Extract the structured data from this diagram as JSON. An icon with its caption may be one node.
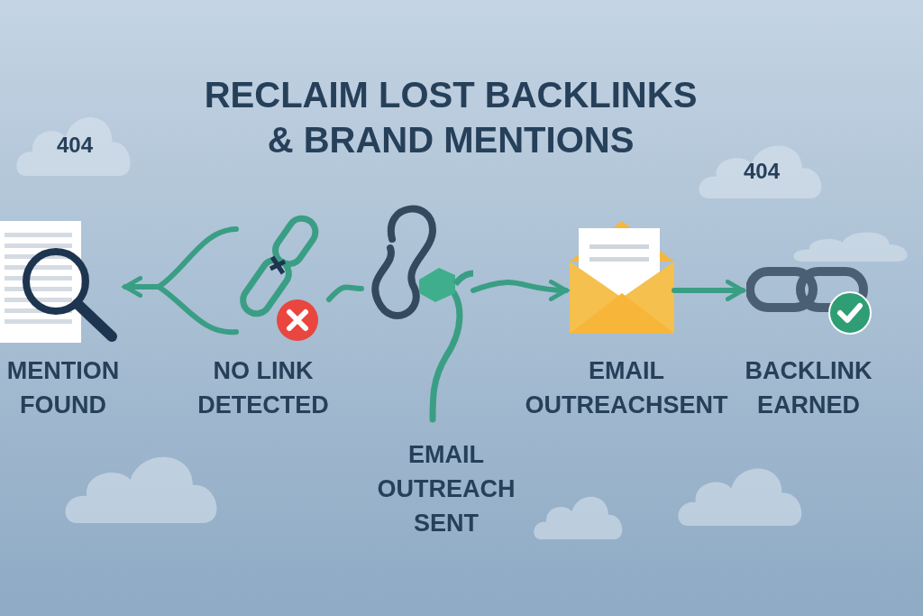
{
  "diagram": {
    "title": "RECLAIM LOST BACKLINKS & BRAND MENTIONS",
    "nodes": [
      {
        "text": [],
        "shape": "picture",
        "beside": [
          "MENTION FOUND"
        ]
      },
      {
        "text": [],
        "shape": "picture",
        "beside": [
          "NO LINK DETECTED"
        ]
      },
      {
        "text": [],
        "shape": "picture",
        "beside": [
          "EMAIL OUTREACH SENT"
        ]
      },
      {
        "text": [],
        "shape": "picture",
        "beside": [
          "EMAIL OUTREACHSENT"
        ]
      },
      {
        "text": [],
        "shape": "picture",
        "beside": [
          "BACKLINK EARNED"
        ]
      },
      {
        "text": [
          "404"
        ]
      },
      {
        "text": [
          "404"
        ]
      },
      {
        "text": [],
        "shape": "cloud"
      },
      {
        "text": [],
        "shape": "cloud"
      },
      {
        "text": [],
        "shape": "cloud"
      },
      {
        "text": [],
        "shape": "cloud"
      }
    ],
    "edges": [
      {
        "from": 1,
        "to": 0,
        "arrow": "to"
      },
      {
        "from": 1,
        "to": 2,
        "arrow": "none"
      },
      {
        "from": 2,
        "to": 3,
        "arrow": "to"
      },
      {
        "from": 3,
        "to": 4,
        "arrow": "to"
      }
    ]
  }
}
